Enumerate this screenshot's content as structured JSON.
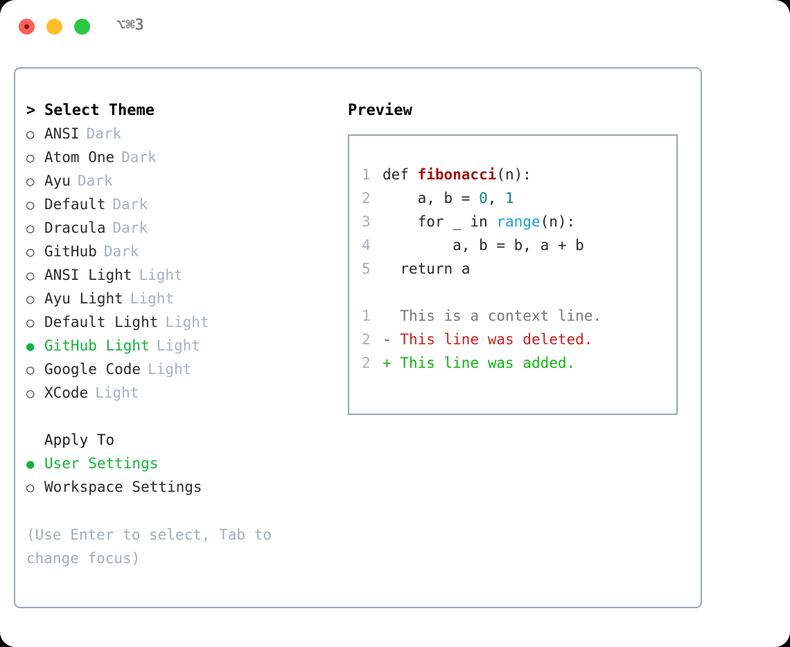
{
  "window": {
    "shortcut": "⌥⌘3",
    "traffic_lights": [
      "close-red",
      "minimize-yellow",
      "maximize-green"
    ],
    "accent_green": "#14b33b",
    "border_color": "#9aa5b1",
    "muted_color": "#a8b2bf"
  },
  "theme_list": {
    "header_marker": ">",
    "header": "Select Theme",
    "items": [
      {
        "marker": "○",
        "label": "ANSI",
        "variant": "Dark",
        "selected": false
      },
      {
        "marker": "○",
        "label": "Atom One",
        "variant": "Dark",
        "selected": false
      },
      {
        "marker": "○",
        "label": "Ayu",
        "variant": "Dark",
        "selected": false
      },
      {
        "marker": "○",
        "label": "Default",
        "variant": "Dark",
        "selected": false
      },
      {
        "marker": "○",
        "label": "Dracula",
        "variant": "Dark",
        "selected": false
      },
      {
        "marker": "○",
        "label": "GitHub",
        "variant": "Dark",
        "selected": false
      },
      {
        "marker": "○",
        "label": "ANSI Light",
        "variant": "Light",
        "selected": false
      },
      {
        "marker": "○",
        "label": "Ayu Light",
        "variant": "Light",
        "selected": false
      },
      {
        "marker": "○",
        "label": "Default Light",
        "variant": "Light",
        "selected": false
      },
      {
        "marker": "●",
        "label": "GitHub Light",
        "variant": "Light",
        "selected": true
      },
      {
        "marker": "○",
        "label": "Google Code",
        "variant": "Light",
        "selected": false
      },
      {
        "marker": "○",
        "label": "XCode",
        "variant": "Light",
        "selected": false
      }
    ]
  },
  "apply_to": {
    "header": "Apply To",
    "items": [
      {
        "marker": "●",
        "label": "User Settings",
        "selected": true
      },
      {
        "marker": "○",
        "label": "Workspace Settings",
        "selected": false
      }
    ]
  },
  "hint": "(Use Enter to select, Tab to change focus)",
  "preview": {
    "title": "Preview",
    "code_lines": [
      {
        "n": "1",
        "parts": [
          {
            "t": "def ",
            "k": "plain"
          },
          {
            "t": "fibonacci",
            "k": "fn"
          },
          {
            "t": "(n):",
            "k": "plain"
          }
        ]
      },
      {
        "n": "2",
        "parts": [
          {
            "t": "    a, b = ",
            "k": "plain"
          },
          {
            "t": "0",
            "k": "num"
          },
          {
            "t": ", ",
            "k": "plain"
          },
          {
            "t": "1",
            "k": "num"
          }
        ]
      },
      {
        "n": "3",
        "parts": [
          {
            "t": "    for _ in ",
            "k": "plain"
          },
          {
            "t": "range",
            "k": "kw"
          },
          {
            "t": "(n):",
            "k": "plain"
          }
        ]
      },
      {
        "n": "4",
        "parts": [
          {
            "t": "        a, b = b, a + b",
            "k": "plain"
          }
        ]
      },
      {
        "n": "5",
        "parts": [
          {
            "t": "  return a",
            "k": "plain"
          }
        ]
      }
    ],
    "diff_lines": [
      {
        "n": "1",
        "sign": "  ",
        "text": "This is a context line.",
        "kind": "ctx"
      },
      {
        "n": "2",
        "sign": "- ",
        "text": "This line was deleted.",
        "kind": "del"
      },
      {
        "n": "2",
        "sign": "+ ",
        "text": "This line was added.",
        "kind": "add"
      }
    ]
  }
}
